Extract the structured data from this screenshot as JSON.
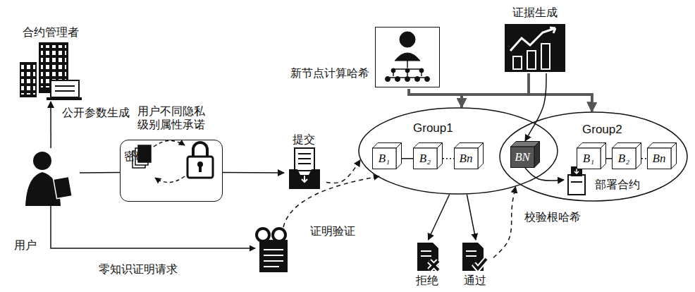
{
  "diagram": {
    "nodes": [
      {
        "text": [
          "合约管理者"
        ]
      },
      {
        "text": [
          "用户"
        ]
      },
      {
        "text": [
          "用户不同隐私级别属性承诺",
          "密码"
        ]
      },
      {
        "text": [
          "提交"
        ]
      },
      {
        "text": [
          "Group1"
        ]
      },
      {
        "text": [
          "B₁"
        ],
        "in": 4
      },
      {
        "text": [
          "B₂"
        ],
        "in": 4
      },
      {
        "text": [
          "Bn"
        ],
        "in": 4
      },
      {
        "text": [
          "Group2"
        ]
      },
      {
        "text": [
          "BN"
        ],
        "in": 8
      },
      {
        "text": [
          "B₁"
        ],
        "in": 8
      },
      {
        "text": [
          "B₂"
        ],
        "in": 8
      },
      {
        "text": [
          "Bn"
        ],
        "in": 8
      },
      {
        "text": [
          "部署合约"
        ],
        "in": 8
      },
      {
        "text": [
          "新节点计算哈希"
        ]
      },
      {
        "text": [
          "证据生成"
        ]
      },
      {
        "text": [
          "拒绝"
        ]
      },
      {
        "text": [
          "通过"
        ]
      }
    ],
    "edges": [
      {
        "from": 1,
        "to": 0,
        "arrow": "to"
      },
      {
        "from": 1,
        "to": 2,
        "arrow": "none"
      },
      {
        "from": 2,
        "to": 3,
        "arrow": "to"
      },
      {
        "from": 3,
        "to": 4,
        "arrow": "to"
      },
      {
        "from": 5,
        "to": 6,
        "arrow": "none"
      },
      {
        "from": 6,
        "to": 7,
        "arrow": "none"
      },
      {
        "from": 10,
        "to": 11,
        "arrow": "none"
      },
      {
        "from": 11,
        "to": 12,
        "arrow": "none"
      },
      {
        "from": 9,
        "to": 13,
        "arrow": "to"
      },
      {
        "from": 14,
        "to": 4,
        "arrow": "to"
      },
      {
        "from": 14,
        "to": 8,
        "arrow": "to"
      },
      {
        "from": 15,
        "to": 4,
        "arrow": "to"
      },
      {
        "from": 15,
        "to": 8,
        "arrow": "to"
      },
      {
        "from": 15,
        "to": 9,
        "arrow": "to"
      },
      {
        "from": 4,
        "to": 16,
        "arrow": "to"
      },
      {
        "from": 4,
        "to": 17,
        "arrow": "to"
      },
      {
        "from": 17,
        "to": 4,
        "arrow": "to"
      }
    ],
    "labels": [
      "公开参数生成",
      "零知识证明请求",
      "证明验证",
      "校验根哈希"
    ]
  }
}
